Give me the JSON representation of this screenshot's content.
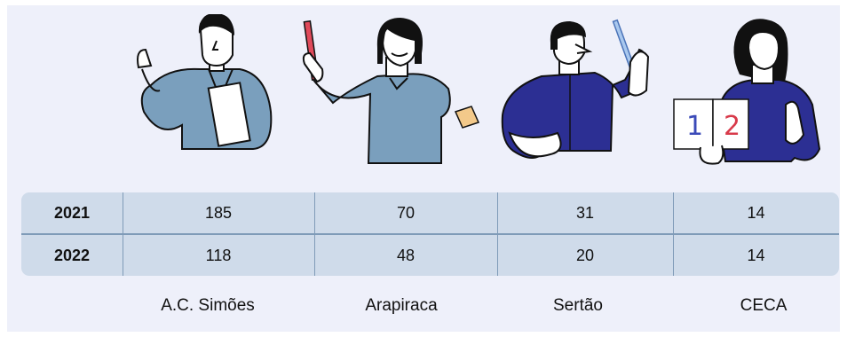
{
  "colors": {
    "background": "#eef0fa",
    "table": "#cfdbea",
    "divider": "#7f9bb8",
    "shirt_light": "#7a9fbd",
    "shirt_dark": "#2c2f93"
  },
  "figures": [
    {
      "icon": "person-pointing-up-with-notes"
    },
    {
      "icon": "person-raising-pencil"
    },
    {
      "icon": "person-holding-pen"
    },
    {
      "icon": "person-holding-card-1-2"
    }
  ],
  "table": {
    "rows": [
      {
        "year": "2021",
        "values": [
          "185",
          "70",
          "31",
          "14"
        ]
      },
      {
        "year": "2022",
        "values": [
          "118",
          "48",
          "20",
          "14"
        ]
      }
    ]
  },
  "columns": [
    "A.C. Simões",
    "Arapiraca",
    "Sertão",
    "CECA"
  ]
}
